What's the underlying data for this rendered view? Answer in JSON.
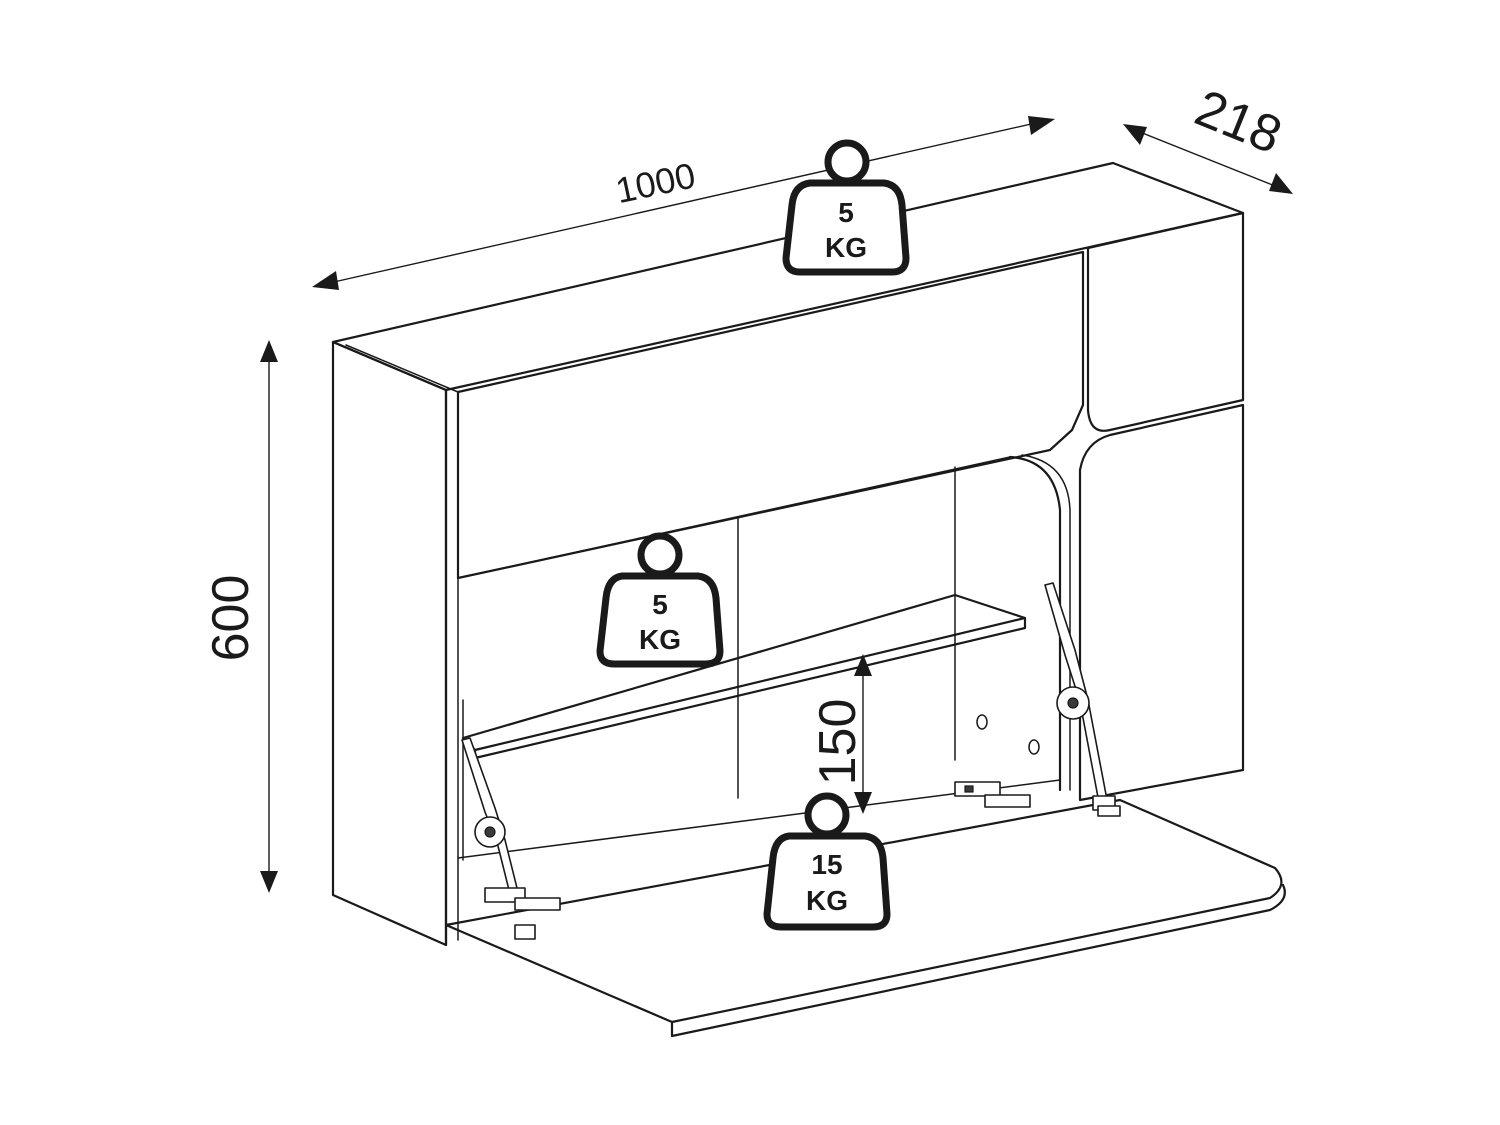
{
  "dimensions": {
    "width": "1000",
    "depth": "218",
    "height": "600",
    "shelf_gap": "150"
  },
  "weights": {
    "top": {
      "value": "5",
      "unit": "KG"
    },
    "shelf": {
      "value": "5",
      "unit": "KG"
    },
    "desk": {
      "value": "15",
      "unit": "KG"
    }
  }
}
